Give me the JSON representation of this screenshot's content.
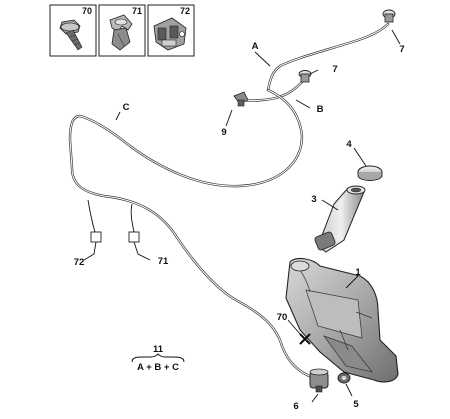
{
  "legend_boxes": [
    {
      "id": "70",
      "icon": "screw-icon"
    },
    {
      "id": "71",
      "icon": "clip-icon"
    },
    {
      "id": "72",
      "icon": "hose-clip-icon"
    }
  ],
  "labels": {
    "A": "A",
    "B": "B",
    "C": "C",
    "p1": "1",
    "p3": "3",
    "p4": "4",
    "p5": "5",
    "p6": "6",
    "p7a": "7",
    "p7b": "7",
    "p9": "9",
    "p70": "70",
    "p71": "71",
    "p72": "72"
  },
  "assembly": {
    "number": "11",
    "formula": "A + B + C"
  }
}
